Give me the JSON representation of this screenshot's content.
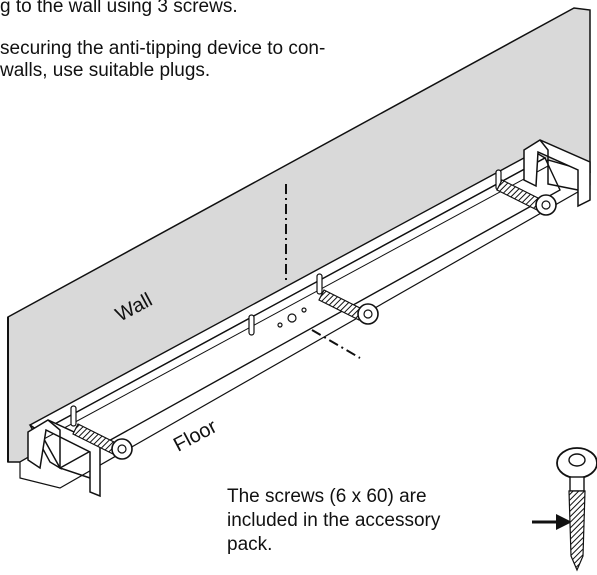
{
  "instructions": {
    "line1": "g to the wall using 3 screws.",
    "line2": "securing the anti-tipping device to con-",
    "line3": "walls, use suitable plugs."
  },
  "diagram": {
    "wall_label": "Wall",
    "floor_label": "Floor"
  },
  "note": {
    "line1": "The screws (6 x 60) are",
    "line2": "included in the accessory",
    "line3": "pack."
  },
  "colors": {
    "wall_fill": "#d9d9d9",
    "stroke": "#111111"
  },
  "icons": [
    "screw-icon",
    "arrow-right-icon"
  ]
}
